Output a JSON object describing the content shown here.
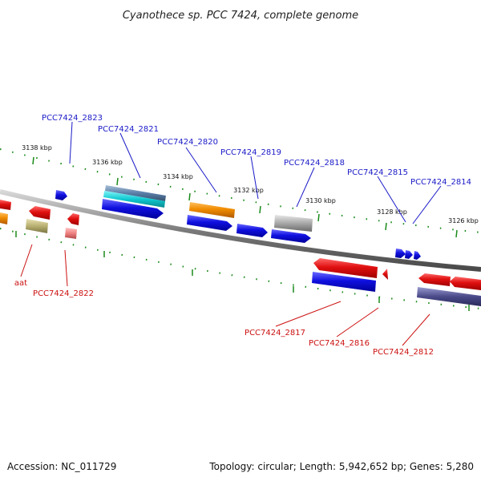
{
  "title": "Cyanothece sp. PCC 7424, complete genome",
  "footer": {
    "accession": "Accession: NC_011729",
    "summary": "Topology: circular; Length: 5,942,652 bp; Genes: 5,280"
  },
  "colors": {
    "backbone": "#888888",
    "tick": "#1a8a1a",
    "label_plus": "#1a1ac8",
    "label_minus": "#cc1010",
    "red": "#e01010",
    "blue": "#1010e0",
    "orange": "#f08c00",
    "cyan": "#10c8d0",
    "steel": "#5a7fa8",
    "khaki": "#b8b070",
    "gray": "#a8a8a8",
    "pink": "#f08080",
    "navy": "#4a4a8a"
  },
  "kbp_markers": [
    "3138 kbp",
    "3136 kbp",
    "3134 kbp",
    "3132 kbp",
    "3130 kbp",
    "3128 kbp",
    "3126 kbp"
  ],
  "gene_labels_top": [
    "PCC7424_2823",
    "PCC7424_2821",
    "PCC7424_2820",
    "PCC7424_2819",
    "PCC7424_2818",
    "PCC7424_2815",
    "PCC7424_2814"
  ],
  "gene_labels_bottom": [
    "aat",
    "PCC7424_2822",
    "PCC7424_2817",
    "PCC7424_2816",
    "PCC7424_2812"
  ]
}
